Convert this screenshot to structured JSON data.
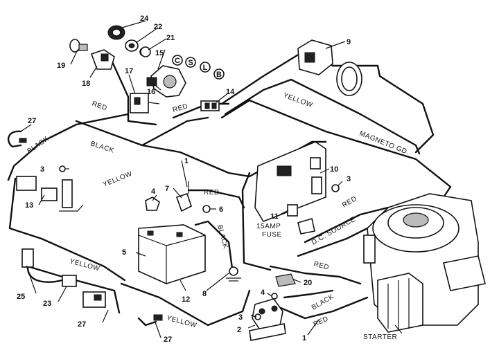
{
  "callouts": {
    "n1a": "1",
    "n1b": "1",
    "n2": "2",
    "n3a": "3",
    "n3b": "3",
    "n3c": "3",
    "n4a": "4",
    "n4b": "4",
    "n5": "5",
    "n6": "6",
    "n7": "7",
    "n8": "8",
    "n9": "9",
    "n10": "10",
    "n11": "11",
    "n12": "12",
    "n13": "13",
    "n14": "14",
    "n15": "15",
    "n16": "16",
    "n17": "17",
    "n18": "18",
    "n19": "19",
    "n20": "20",
    "n21": "21",
    "n22": "22",
    "n23": "23",
    "n24": "24",
    "n25": "25",
    "n27a": "27",
    "n27b": "27",
    "n27c": "27"
  },
  "wire_labels": {
    "red_top": "RED",
    "red_switch": "RED",
    "black_left": "BLACK",
    "black_mid": "BLACK",
    "yellow_top": "YELLOW",
    "yellow_mid": "YELLOW",
    "yellow_low": "YELLOW",
    "yellow_bottom": "YELLOW",
    "magneto": "MAGNETO GD.",
    "red_battery": "RED",
    "black_battery": "BLACK",
    "red_panel": "RED",
    "dc_source": "D.C. SOURCE",
    "red_engine": "RED",
    "black_solenoid": "BLACK",
    "red_solenoid": "RED",
    "starter": "STARTER"
  },
  "terminal_letters": {
    "c": "C",
    "s": "S",
    "l": "L",
    "b": "B"
  },
  "fuse_label": {
    "line1": "15AMP",
    "line2": "FUSE"
  }
}
